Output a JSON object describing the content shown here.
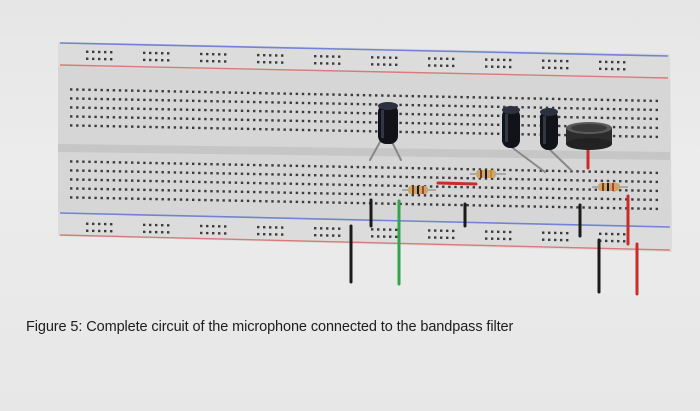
{
  "caption": "Figure 5: Complete circuit of the microphone connected to the bandpass filter",
  "colors": {
    "page_background": "#e9e9e9",
    "breadboard": "#d9d9d9",
    "rail_blue": "#6a7fd8",
    "rail_red": "#d46a6a",
    "wire_black": "#1a1a1a",
    "wire_green": "#2aa84a",
    "wire_red": "#cc2b2b",
    "capacitor": "#111318",
    "microphone": "#2c2c2c",
    "resistor": "#c9a66b"
  },
  "components": {
    "capacitors": 3,
    "resistors": 3,
    "microphones": 1,
    "breadboards": 1
  }
}
